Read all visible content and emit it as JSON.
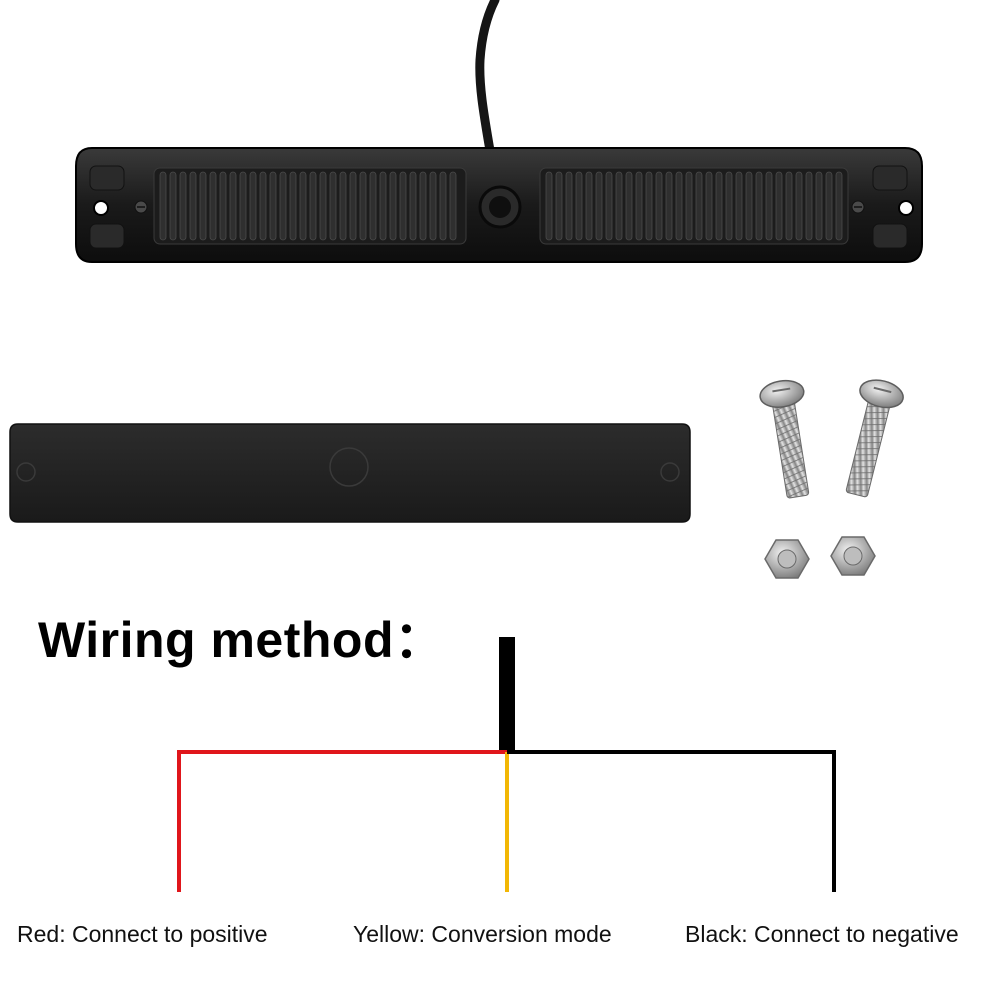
{
  "wiring": {
    "title": "Wiring method：",
    "labels": {
      "red": "Red: Connect to positive",
      "yellow": "Yellow: Conversion mode",
      "black": "Black: Connect to negative"
    },
    "colors": {
      "red": "#e0161b",
      "yellow": "#f2b705",
      "black": "#000000"
    }
  },
  "product": {
    "parts": [
      "led-light-bar",
      "foam-adhesive-pad",
      "mounting-screws",
      "hex-nuts"
    ],
    "icons": [
      "light-bar-icon",
      "foam-pad-icon",
      "screw-icon",
      "nut-icon"
    ]
  }
}
